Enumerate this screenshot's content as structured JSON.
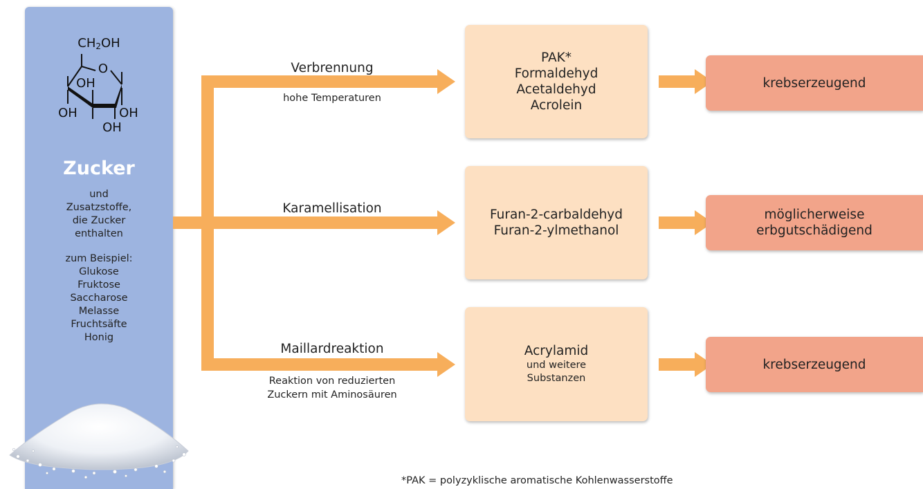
{
  "colors": {
    "sidebar": "#9db4e0",
    "arrow": "#f7ae5b",
    "chemical_box": "#fde0c2",
    "effect_box": "#f2a48a"
  },
  "molecule": {
    "ch2oh": "CH2OH",
    "ring_o": "O",
    "oh_top": "OH",
    "oh_left": "OH",
    "oh_mid": "OH",
    "oh_right": "OH",
    "oh_bottom": "OH"
  },
  "sidebar": {
    "title": "Zucker",
    "intro_lines": [
      "und",
      "Zusatzstoffe,",
      "die Zucker",
      "enthalten"
    ],
    "examples_lines": [
      "zum Beispiel:",
      "Glukose",
      "Fruktose",
      "Saccharose",
      "Melasse",
      "Fruchtsäfte",
      "Honig"
    ]
  },
  "paths": [
    {
      "process": "Verbrennung",
      "condition_lines": [
        "hohe Temperaturen"
      ],
      "chemical_lines": [
        "PAK*",
        "Formaldehyd",
        "Acetaldehyd",
        "Acrolein"
      ],
      "chemical_small_lines": [],
      "effect_lines": [
        "krebserzeugend"
      ]
    },
    {
      "process": "Karamellisation",
      "condition_lines": [],
      "chemical_lines": [
        "Furan-2-carbaldehyd",
        "Furan-2-ylmethanol"
      ],
      "chemical_small_lines": [],
      "effect_lines": [
        "möglicherweise",
        "erbgutschädigend"
      ]
    },
    {
      "process": "Maillardreaktion",
      "condition_lines": [
        "Reaktion von reduzierten",
        "Zuckern mit Aminosäuren"
      ],
      "chemical_lines": [
        "Acrylamid"
      ],
      "chemical_small_lines": [
        "und weitere",
        "Substanzen"
      ],
      "effect_lines": [
        "krebserzeugend"
      ]
    }
  ],
  "footnote": "*PAK = polyzyklische aromatische Kohlenwasserstoffe"
}
